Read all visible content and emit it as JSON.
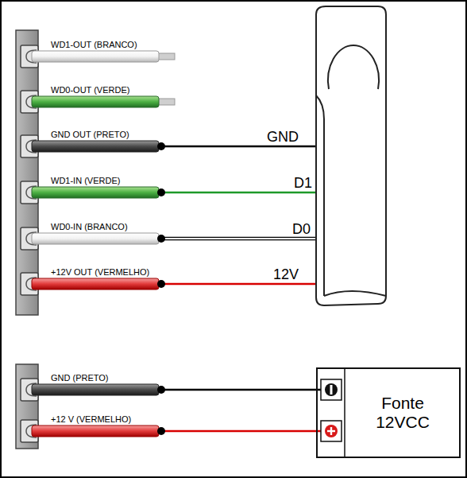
{
  "diagram": {
    "nodes": [
      {
        "text": [
          "Fonte 12VCC"
        ]
      }
    ],
    "labels": [
      "WD1-OUT (BRANCO)",
      "WD0-OUT (VERDE)",
      "GND OUT (PRETO)",
      "WD1-IN (VERDE)",
      "WD0-IN (BRANCO)",
      "+12V OUT (VERMELHO)",
      "GND",
      "D1",
      "D0",
      "12V",
      "GND (PRETO)",
      "+12 V (VERMELHO)"
    ]
  }
}
